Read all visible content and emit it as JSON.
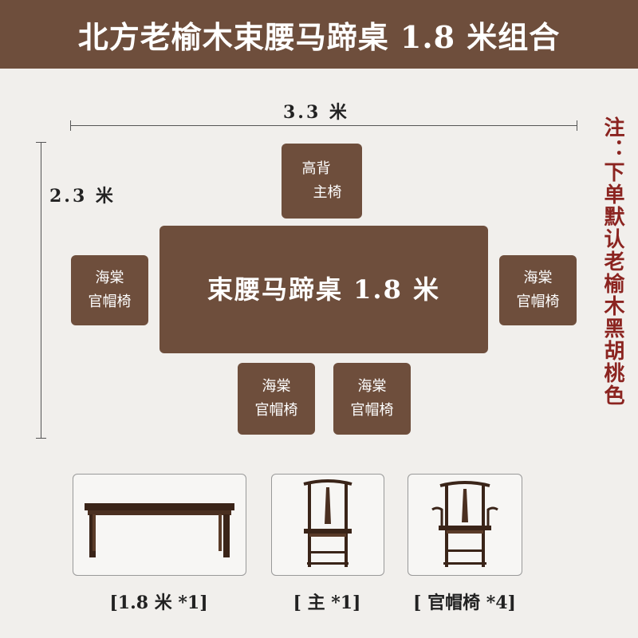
{
  "title": "北方老榆木束腰马蹄桌 1.8 米组合",
  "dimensions": {
    "width": "3.3 米",
    "depth": "2.3 米"
  },
  "layout": {
    "head_chair_line1": "高背",
    "head_chair_line2": "主椅",
    "table": "束腰马蹄桌 1.8 米",
    "chair_line1": "海棠",
    "chair_line2": "官帽椅"
  },
  "note": "注：下单默认老榆木黑胡桃色",
  "products": [
    {
      "icon": "table-icon",
      "caption": "[1.8 米 *1]"
    },
    {
      "icon": "high-back-chair-icon",
      "caption": "[ 主 *1]"
    },
    {
      "icon": "armchair-icon",
      "caption": "[ 官帽椅 *4]"
    }
  ],
  "colors": {
    "brown": "#6e4e3c",
    "note_red": "#8b2420",
    "background": "#f1efec"
  }
}
